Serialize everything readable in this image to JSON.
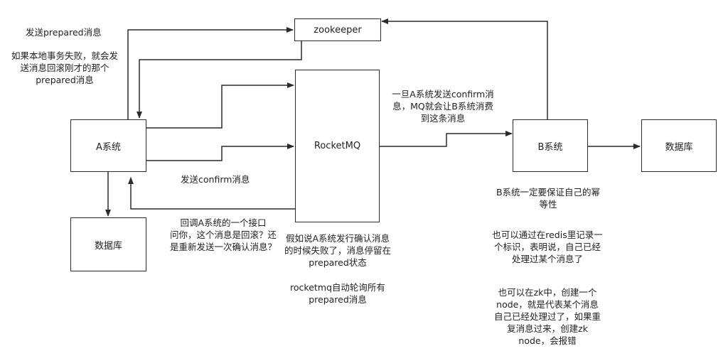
{
  "boxes": {
    "zookeeper": "zookeeper",
    "a_system": "A系统",
    "rocketmq": "RocketMQ",
    "b_system": "B系统",
    "db_a": "数据库",
    "db_b": "数据库"
  },
  "notes": {
    "send_prepared": "发送prepared消息",
    "rollback": [
      "如果本地事务失败，就会发",
      "送消息回滚刚才的那个",
      "prepared消息"
    ],
    "send_confirm": "发送confirm消息",
    "callback": [
      "回调A系统的一个接口",
      "问你，这个消息是回滚？还",
      "是重新发送一次确认消息？"
    ],
    "confirm_consume": [
      "一旦A系统发送confirm消",
      "息，MQ就会让B系统消费",
      "到这条消息"
    ],
    "confirm_fail": [
      "假如说A系统发行确认消息",
      "的时候失败了，消息停留在",
      "prepared状态"
    ],
    "polling": [
      "rocketmq自动轮询所有",
      "prepared消息"
    ],
    "idempotent": [
      "B系统一定要保证自己的幂",
      "等性"
    ],
    "redis": [
      "也可以通过在redis里记录一",
      "个标识，表明说，自己已经",
      "处理过某个消息了"
    ],
    "zk_node": [
      "也可以在zk中，创建一个",
      "node，就是代表某个消息",
      "自己已经处理过了，如果重",
      "复消息过来，创建zk",
      "node，会报错"
    ]
  }
}
